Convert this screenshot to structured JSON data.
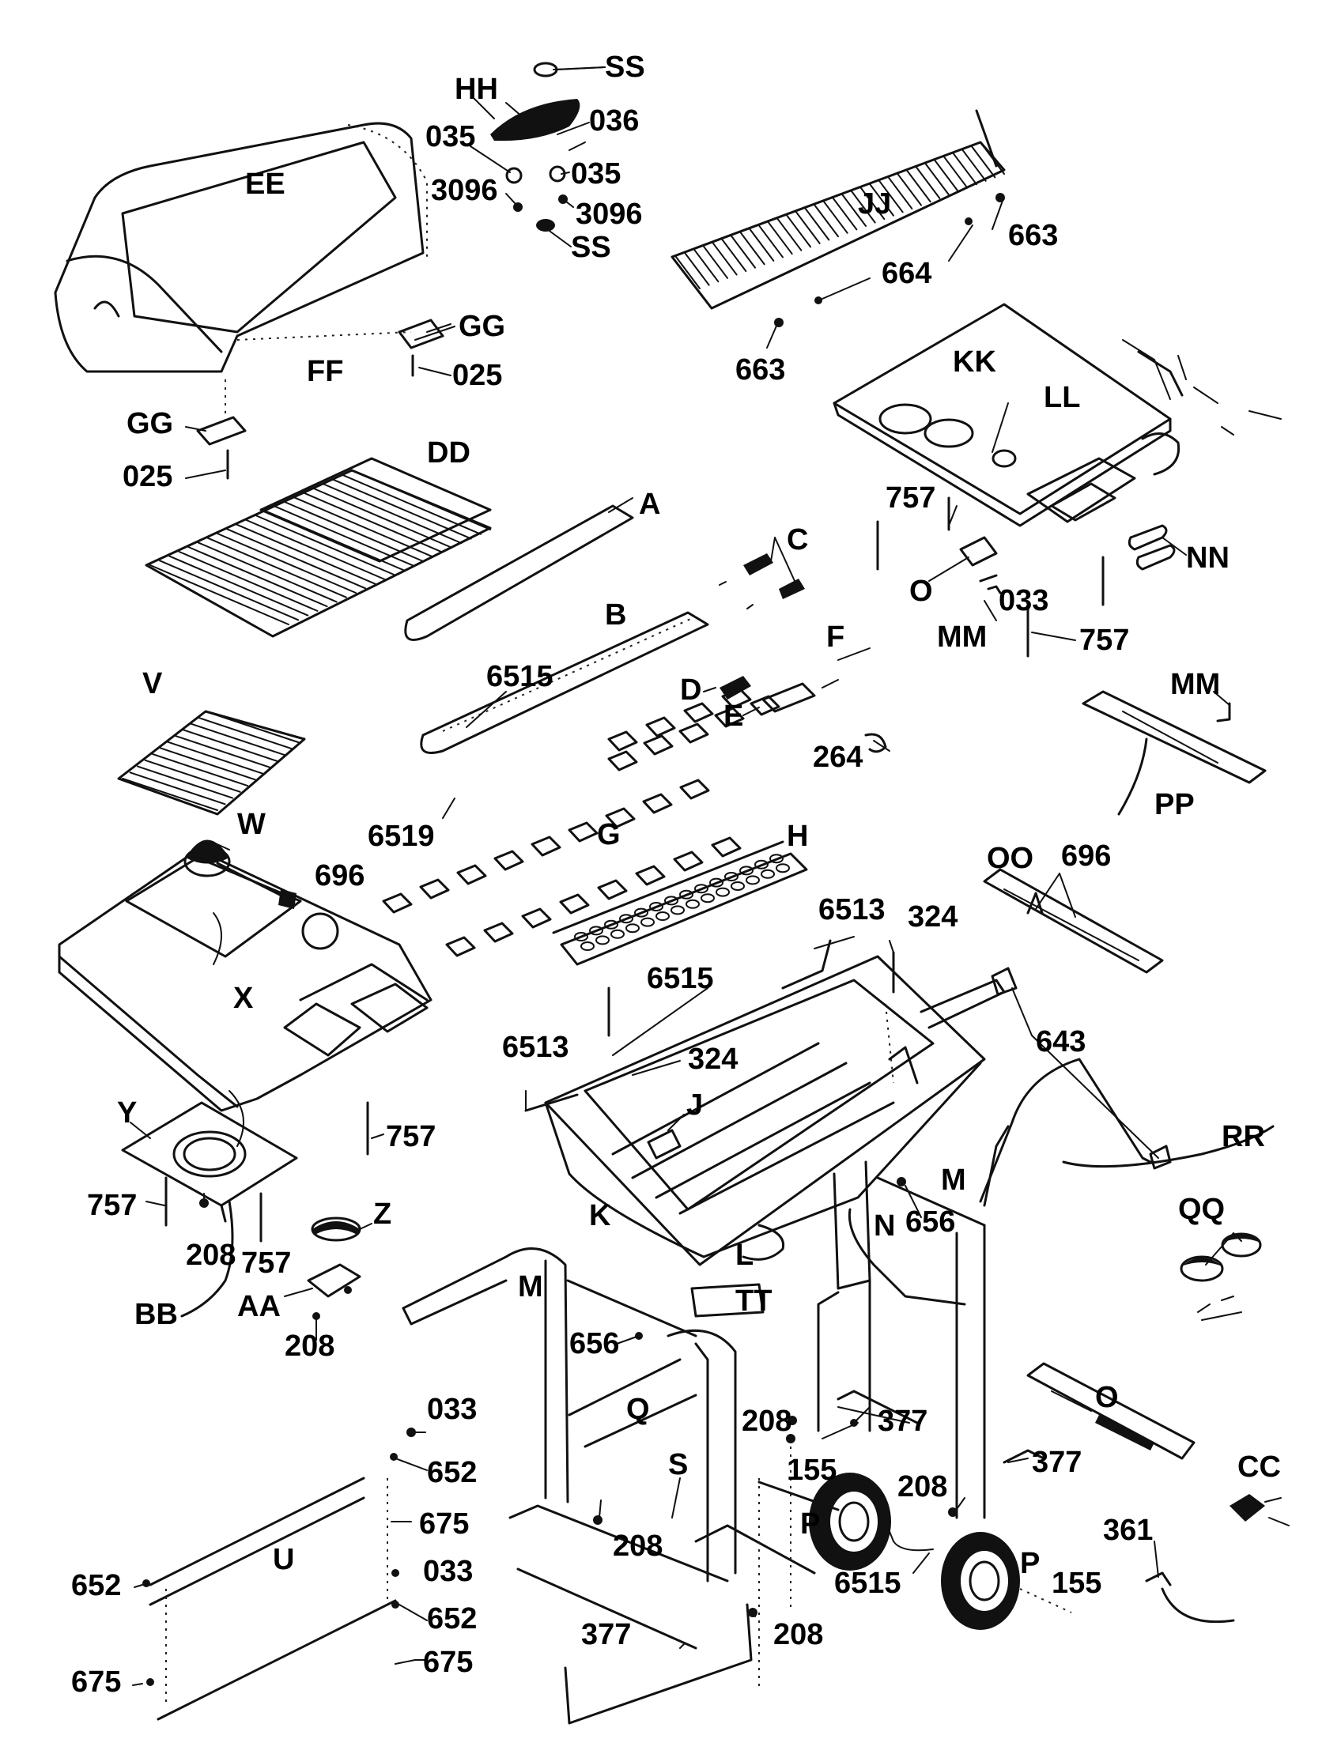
{
  "labels": [
    {
      "id": "SS_top",
      "text": "SS"
    },
    {
      "id": "HH",
      "text": "HH"
    },
    {
      "id": "p036",
      "text": "036"
    },
    {
      "id": "p035a",
      "text": "035"
    },
    {
      "id": "p035b",
      "text": "035"
    },
    {
      "id": "p3096a",
      "text": "3096"
    },
    {
      "id": "p3096b",
      "text": "3096"
    },
    {
      "id": "SS_bot",
      "text": "SS"
    },
    {
      "id": "EE",
      "text": "EE"
    },
    {
      "id": "JJ",
      "text": "JJ"
    },
    {
      "id": "p663a",
      "text": "663"
    },
    {
      "id": "p664",
      "text": "664"
    },
    {
      "id": "p663b",
      "text": "663"
    },
    {
      "id": "GG_r",
      "text": "GG"
    },
    {
      "id": "FF",
      "text": "FF"
    },
    {
      "id": "p025a",
      "text": "025"
    },
    {
      "id": "KK",
      "text": "KK"
    },
    {
      "id": "LL",
      "text": "LL"
    },
    {
      "id": "GG_l",
      "text": "GG"
    },
    {
      "id": "p025b",
      "text": "025"
    },
    {
      "id": "DD",
      "text": "DD"
    },
    {
      "id": "A",
      "text": "A"
    },
    {
      "id": "p757a",
      "text": "757"
    },
    {
      "id": "C",
      "text": "C"
    },
    {
      "id": "NN",
      "text": "NN"
    },
    {
      "id": "B",
      "text": "B"
    },
    {
      "id": "O_top",
      "text": "O"
    },
    {
      "id": "p033a",
      "text": "033"
    },
    {
      "id": "MM_a",
      "text": "MM"
    },
    {
      "id": "p757b",
      "text": "757"
    },
    {
      "id": "F",
      "text": "F"
    },
    {
      "id": "p6515a",
      "text": "6515"
    },
    {
      "id": "V",
      "text": "V"
    },
    {
      "id": "D",
      "text": "D"
    },
    {
      "id": "E",
      "text": "E"
    },
    {
      "id": "MM_b",
      "text": "MM"
    },
    {
      "id": "p264",
      "text": "264"
    },
    {
      "id": "W",
      "text": "W"
    },
    {
      "id": "PP",
      "text": "PP"
    },
    {
      "id": "p6519",
      "text": "6519"
    },
    {
      "id": "G",
      "text": "G"
    },
    {
      "id": "p696a",
      "text": "696"
    },
    {
      "id": "H",
      "text": "H"
    },
    {
      "id": "OO",
      "text": "OO"
    },
    {
      "id": "p696b",
      "text": "696"
    },
    {
      "id": "p6513a",
      "text": "6513"
    },
    {
      "id": "p324a",
      "text": "324"
    },
    {
      "id": "X",
      "text": "X"
    },
    {
      "id": "p6515b",
      "text": "6515"
    },
    {
      "id": "p643",
      "text": "643"
    },
    {
      "id": "p6513b",
      "text": "6513"
    },
    {
      "id": "p324b",
      "text": "324"
    },
    {
      "id": "J",
      "text": "J"
    },
    {
      "id": "Y",
      "text": "Y"
    },
    {
      "id": "p757c",
      "text": "757"
    },
    {
      "id": "RR",
      "text": "RR"
    },
    {
      "id": "M_r",
      "text": "M"
    },
    {
      "id": "p757d",
      "text": "757"
    },
    {
      "id": "K",
      "text": "K"
    },
    {
      "id": "p656a",
      "text": "656"
    },
    {
      "id": "QQ",
      "text": "QQ"
    },
    {
      "id": "Z",
      "text": "Z"
    },
    {
      "id": "p208a",
      "text": "208"
    },
    {
      "id": "N",
      "text": "N"
    },
    {
      "id": "L",
      "text": "L"
    },
    {
      "id": "p757e",
      "text": "757"
    },
    {
      "id": "BB",
      "text": "BB"
    },
    {
      "id": "AA",
      "text": "AA"
    },
    {
      "id": "M_l",
      "text": "M"
    },
    {
      "id": "TT",
      "text": "TT"
    },
    {
      "id": "p208b",
      "text": "208"
    },
    {
      "id": "p656b",
      "text": "656"
    },
    {
      "id": "p033b",
      "text": "033"
    },
    {
      "id": "O_bot",
      "text": "O"
    },
    {
      "id": "Q",
      "text": "Q"
    },
    {
      "id": "p208c",
      "text": "208"
    },
    {
      "id": "p377a",
      "text": "377"
    },
    {
      "id": "p652a",
      "text": "652"
    },
    {
      "id": "p155a",
      "text": "155"
    },
    {
      "id": "CC",
      "text": "CC"
    },
    {
      "id": "p377b",
      "text": "377"
    },
    {
      "id": "S",
      "text": "S"
    },
    {
      "id": "p208d",
      "text": "208"
    },
    {
      "id": "p675a",
      "text": "675"
    },
    {
      "id": "P_l",
      "text": "P"
    },
    {
      "id": "p361",
      "text": "361"
    },
    {
      "id": "p208e",
      "text": "208"
    },
    {
      "id": "U",
      "text": "U"
    },
    {
      "id": "P_r",
      "text": "P"
    },
    {
      "id": "p033c",
      "text": "033"
    },
    {
      "id": "p652b",
      "text": "652"
    },
    {
      "id": "p6515c",
      "text": "6515"
    },
    {
      "id": "p155b",
      "text": "155"
    },
    {
      "id": "p652c",
      "text": "652"
    },
    {
      "id": "p377c",
      "text": "377"
    },
    {
      "id": "p208f",
      "text": "208"
    },
    {
      "id": "p675b",
      "text": "675"
    },
    {
      "id": "p675c",
      "text": "675"
    }
  ]
}
